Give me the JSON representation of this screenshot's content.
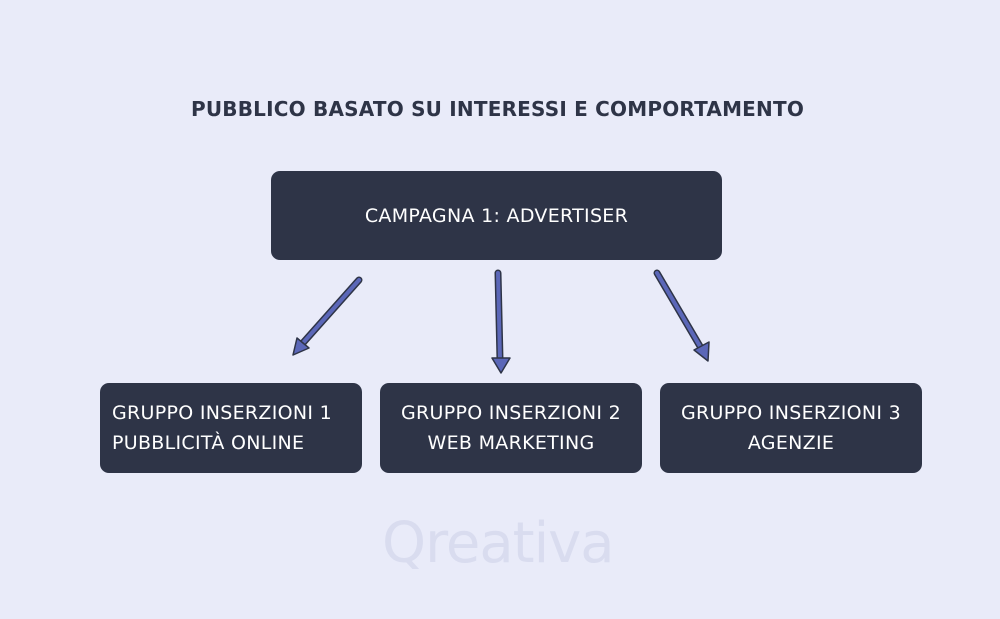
{
  "diagram": {
    "title": "PUBBLICO BASATO SU INTERESSI E COMPORTAMENTO",
    "root": {
      "label": "CAMPAGNA 1: ADVERTISER"
    },
    "children": [
      {
        "line1": "GRUPPO INSERZIONI 1",
        "line2": "PUBBLICITÀ ONLINE"
      },
      {
        "line1": "GRUPPO INSERZIONI 2",
        "line2": "WEB MARKETING"
      },
      {
        "line1": "GRUPPO INSERZIONI 3",
        "line2": "AGENZIE"
      }
    ]
  },
  "watermark": "Qreativa",
  "colors": {
    "background": "#e9ebf9",
    "box": "#2e3447",
    "box_text": "#ffffff",
    "title": "#2e3447",
    "arrow_fill": "#5b67b8",
    "arrow_stroke": "#2e3447",
    "watermark": "#d9dcef"
  }
}
